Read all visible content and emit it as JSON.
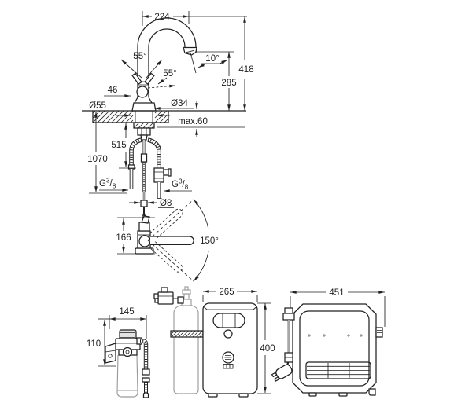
{
  "colors": {
    "line": "#212121",
    "muted": "#9b9b9b",
    "background": "#ffffff"
  },
  "faucet_front_view": {
    "spout_reach": "224",
    "height_total": "418",
    "height_outlet": "285",
    "aerator_angle": "10°",
    "lever_swivel_angle": "55°",
    "lever_lift_angle": "55°",
    "handle_offset": "46",
    "base_diameter": "Ø55",
    "body_diameter": "Ø34",
    "max_counter_thickness": "max.60"
  },
  "under_counter": {
    "hose_length": "515",
    "overall_length": "1070",
    "hose_diameter": "Ø8",
    "thread_left": {
      "base": "G",
      "sup": "3",
      "slash": "/",
      "sub": "8"
    },
    "thread_right": {
      "base": "G",
      "sup": "3",
      "slash": "/",
      "sub": "8"
    }
  },
  "top_view": {
    "body_height": "166",
    "swivel_range": "150°"
  },
  "filter_unit": {
    "width": "145",
    "bracket_height": "110"
  },
  "cooler_unit": {
    "width": "265",
    "height": "400"
  },
  "cooler_side_view": {
    "width": "451"
  }
}
